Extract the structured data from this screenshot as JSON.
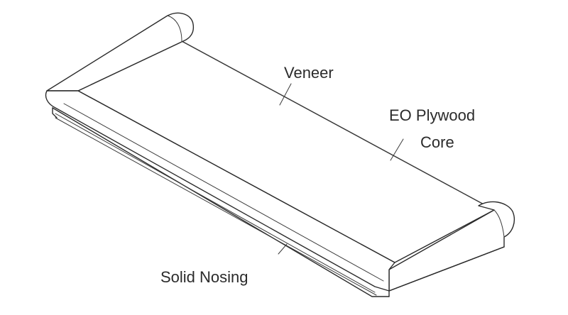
{
  "labels": {
    "veneer": "Veneer",
    "eo_plywood_line1": "EO Plywood",
    "eo_plywood_line2": "Core",
    "solid_nosing": "Solid Nosing"
  },
  "colors": {
    "background": "#ffffff",
    "line": "#2a2a2a",
    "text": "#2b2b2b"
  }
}
